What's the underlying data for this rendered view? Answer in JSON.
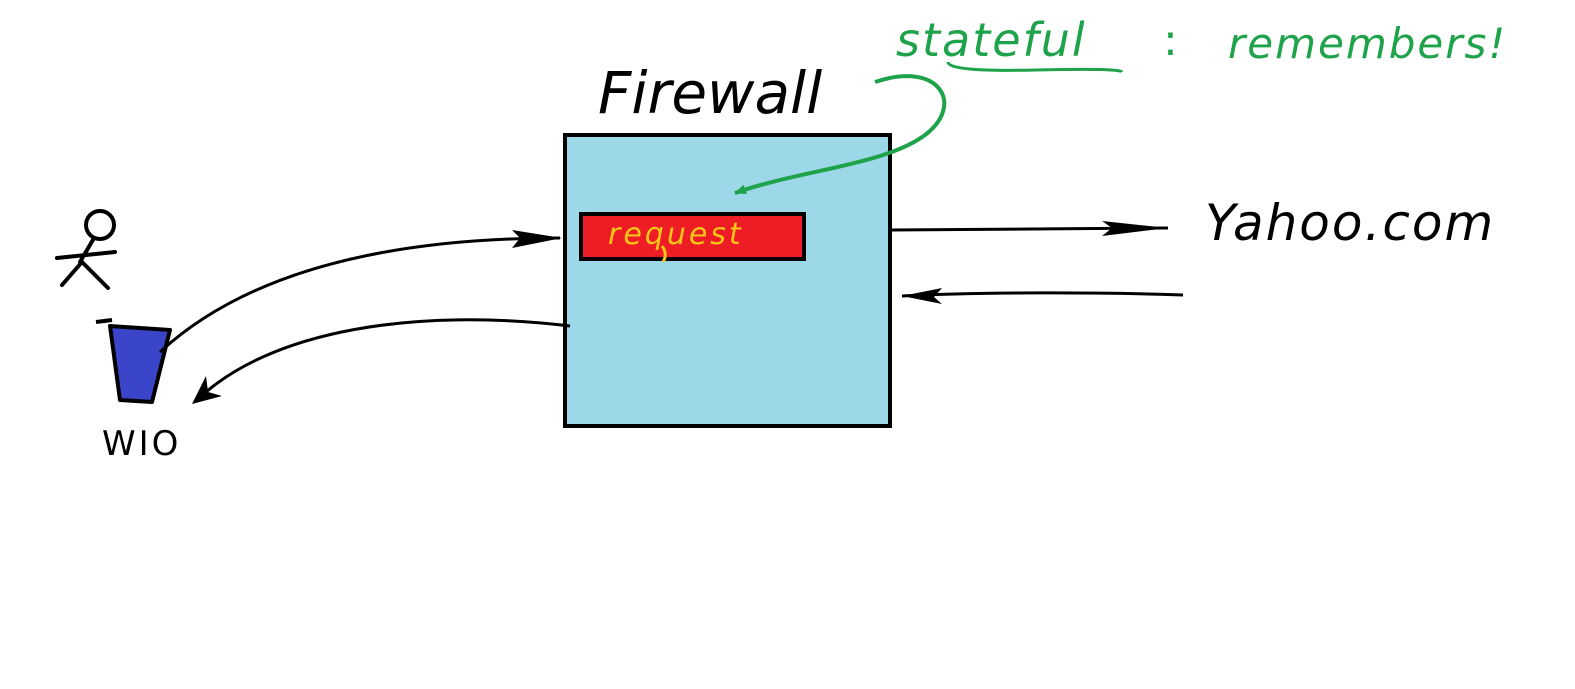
{
  "diagram": {
    "firewall_label": "Firewall",
    "request_label": "request",
    "destination_label": "Yahoo.com",
    "client_label": "WIO",
    "annotation": {
      "word": "stateful",
      "separator": ":",
      "note": "remembers!"
    }
  },
  "colors": {
    "ink": "#000000",
    "firewall_fill": "#9dd8e8",
    "request_fill": "#ee1c24",
    "request_text": "#f5c518",
    "annotation": "#1fa34a",
    "client_device": "#3b45c9"
  }
}
